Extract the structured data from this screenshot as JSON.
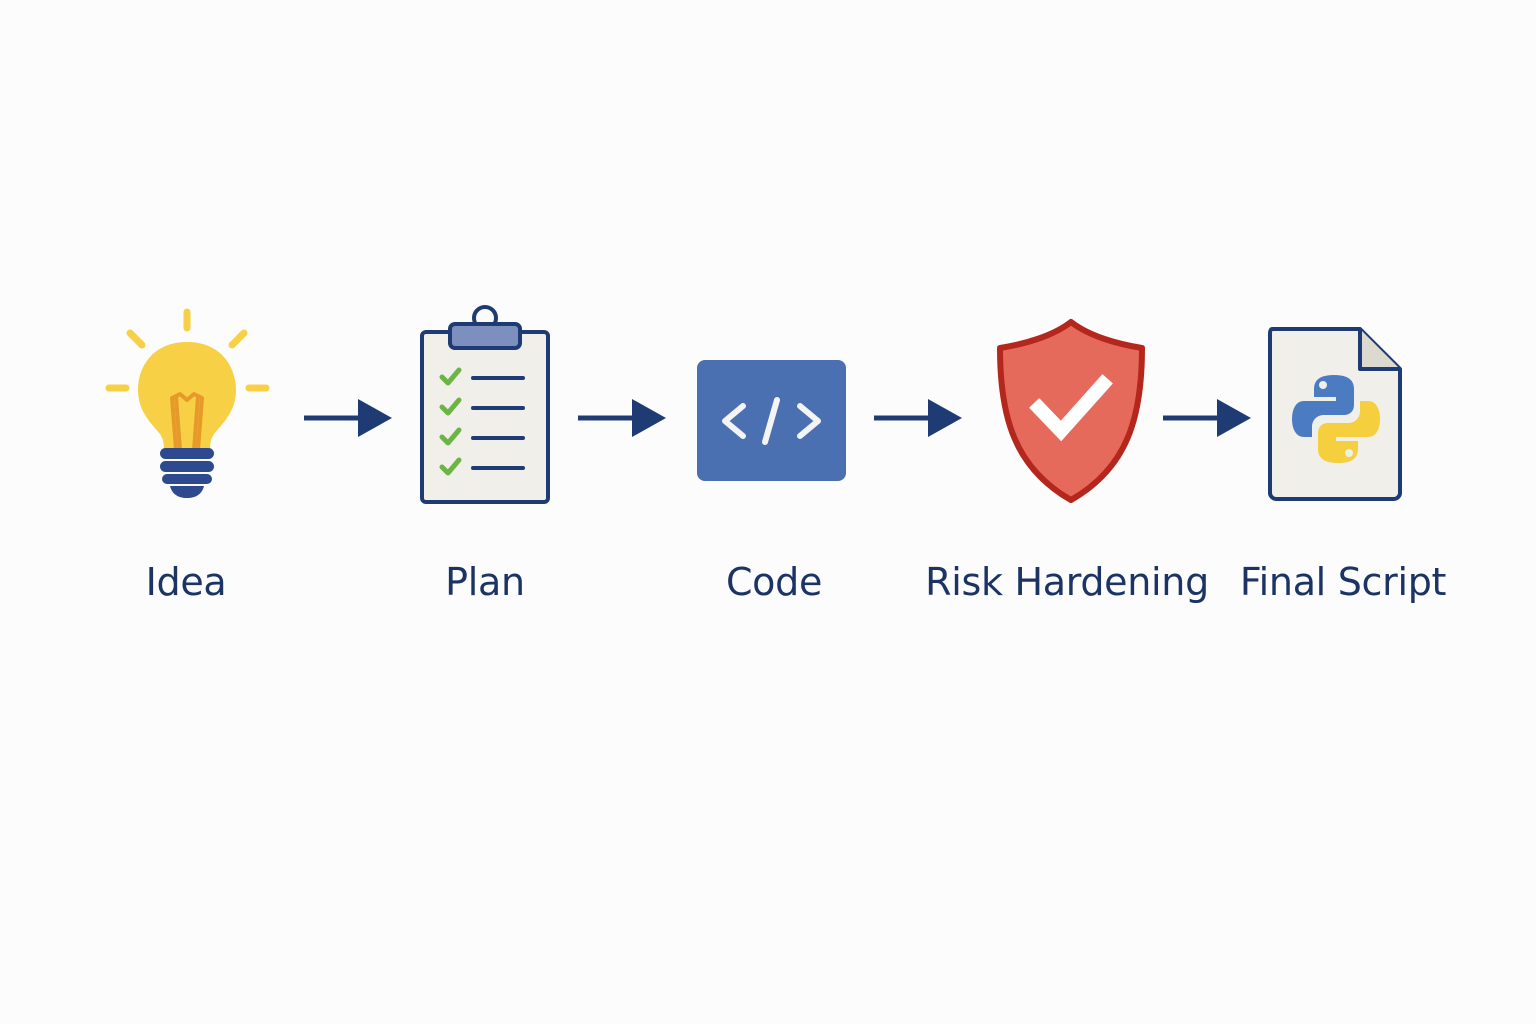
{
  "steps": [
    {
      "label": "Idea",
      "icon": "lightbulb-icon"
    },
    {
      "label": "Plan",
      "icon": "clipboard-checklist-icon"
    },
    {
      "label": "Code",
      "icon": "code-brackets-icon"
    },
    {
      "label": "Risk Hardening",
      "icon": "shield-check-icon"
    },
    {
      "label": "Final Script",
      "icon": "python-file-icon"
    }
  ],
  "code_glyph": "</>",
  "colors": {
    "background": "#fcfcfd",
    "navy": "#1f3b73",
    "label_text": "#1c3464",
    "bulb_yellow": "#f7d046",
    "bulb_orange": "#e79a2a",
    "check_green": "#6cb544",
    "code_blue": "#4a70b2",
    "shield_red": "#e56a5c",
    "shield_border": "#b5271d",
    "paper": "#f1efe9",
    "python_blue": "#4b7cc2",
    "python_yellow": "#f5cf3d"
  }
}
